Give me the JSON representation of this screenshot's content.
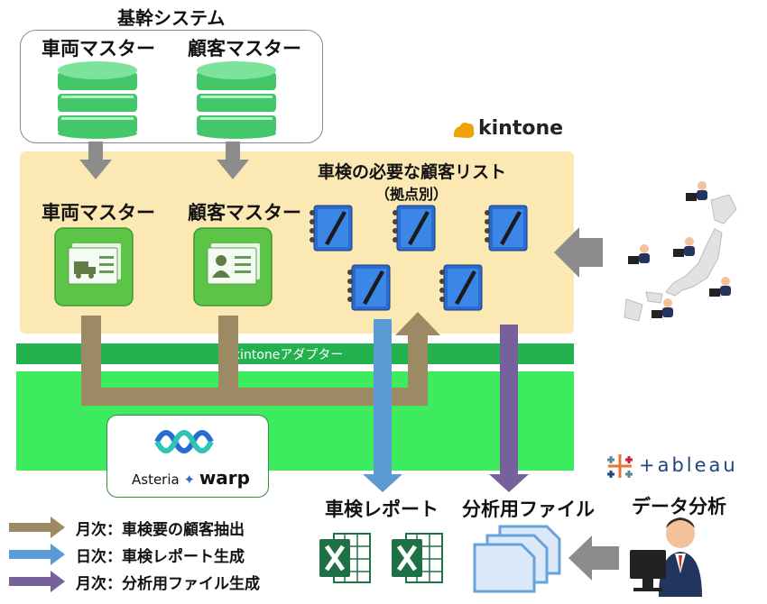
{
  "core_system": {
    "title": "基幹システム",
    "masters": [
      "車両マスター",
      "顧客マスター"
    ]
  },
  "kintone": {
    "logo_text": "kintone",
    "apps": [
      "車両マスター",
      "顧客マスター"
    ],
    "customer_list_title": "車検の必要な顧客リスト",
    "customer_list_subtitle": "（拠点別）"
  },
  "adapter": {
    "label": "kintoneアダプター"
  },
  "asteria": {
    "name_prefix": "Asteria",
    "name_suffix": "warp"
  },
  "outputs": {
    "report_label": "車検レポート",
    "file_label": "分析用ファイル",
    "analysis_label": "データ分析",
    "tableau_logo": "+ableau"
  },
  "legend": [
    {
      "label": "月次：車検要の顧客抽出",
      "color": "#9b8a63"
    },
    {
      "label": "日次：車検レポート生成",
      "color": "#5b9bd5"
    },
    {
      "label": "月次：分析用ファイル生成",
      "color": "#76619c"
    }
  ],
  "colors": {
    "kintone_area": "#fbe8b2",
    "adapter": "#22b14c",
    "asteria_block": "#3deb5f",
    "flow_monthly": "#9b8a63",
    "flow_daily": "#5b9bd5",
    "flow_file": "#76619c",
    "arrow_gray": "#8c8c8c",
    "db_green": "#44c76a",
    "kintone_orange": "#f0a30a"
  },
  "icons": [
    "database-icon",
    "vehicle-card-icon",
    "customer-card-icon",
    "notebook-icon",
    "japan-map-icon",
    "excel-icon",
    "file-stack-icon",
    "analyst-icon",
    "tableau-icon",
    "asteria-wave-icon"
  ]
}
